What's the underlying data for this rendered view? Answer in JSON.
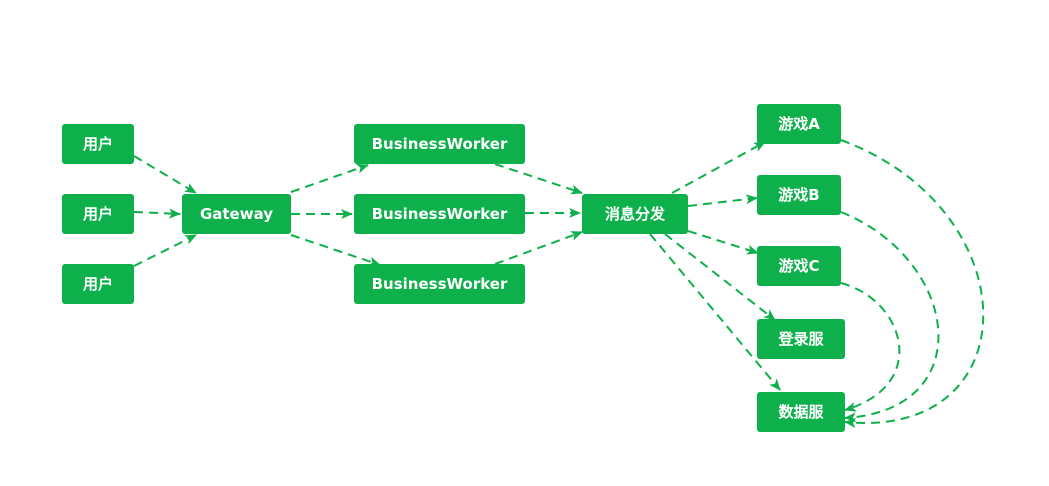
{
  "diagram": {
    "accent_color": "#0db04b",
    "edge_color": "#0db04b",
    "edge_style": "dashed",
    "nodes": {
      "user1": "用户",
      "user2": "用户",
      "user3": "用户",
      "gateway": "Gateway",
      "bw1": "BusinessWorker",
      "bw2": "BusinessWorker",
      "bw3": "BusinessWorker",
      "dispatch": "消息分发",
      "gameA": "游戏A",
      "gameB": "游戏B",
      "gameC": "游戏C",
      "login": "登录服",
      "data": "数据服"
    },
    "edges": [
      {
        "from": "user1",
        "to": "gateway"
      },
      {
        "from": "user2",
        "to": "gateway"
      },
      {
        "from": "user3",
        "to": "gateway"
      },
      {
        "from": "gateway",
        "to": "bw1"
      },
      {
        "from": "gateway",
        "to": "bw2"
      },
      {
        "from": "gateway",
        "to": "bw3"
      },
      {
        "from": "bw1",
        "to": "dispatch"
      },
      {
        "from": "bw2",
        "to": "dispatch"
      },
      {
        "from": "bw3",
        "to": "dispatch"
      },
      {
        "from": "dispatch",
        "to": "gameA"
      },
      {
        "from": "dispatch",
        "to": "gameB"
      },
      {
        "from": "dispatch",
        "to": "gameC"
      },
      {
        "from": "dispatch",
        "to": "login"
      },
      {
        "from": "dispatch",
        "to": "data"
      },
      {
        "from": "gameA",
        "to": "data"
      },
      {
        "from": "gameB",
        "to": "data"
      },
      {
        "from": "gameC",
        "to": "data"
      }
    ]
  }
}
